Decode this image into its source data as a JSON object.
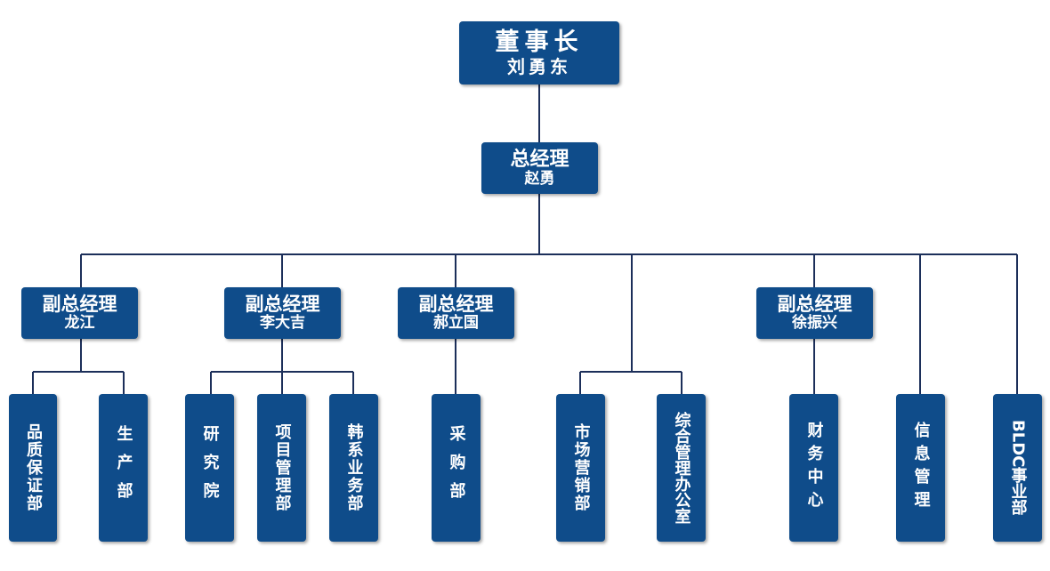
{
  "chairman": {
    "title": "董事长",
    "name": "刘勇东"
  },
  "general_manager": {
    "title": "总经理",
    "name": "赵勇"
  },
  "vice_presidents": [
    {
      "title": "副总经理",
      "name": "龙江"
    },
    {
      "title": "副总经理",
      "name": "李大吉"
    },
    {
      "title": "副总经理",
      "name": "郝立国"
    },
    {
      "title": "副总经理",
      "name": "徐振兴"
    }
  ],
  "departments": [
    "品质保证部",
    "生产部",
    "研究院",
    "项目管理部",
    "韩系业务部",
    "采购部",
    "市场营销部",
    "综合管理办公室",
    "财务中心",
    "信息管理",
    "BLDC事业部"
  ],
  "colors": {
    "box": "#0f4c8a",
    "line": "#1c2f5a",
    "text": "#ffffff"
  }
}
